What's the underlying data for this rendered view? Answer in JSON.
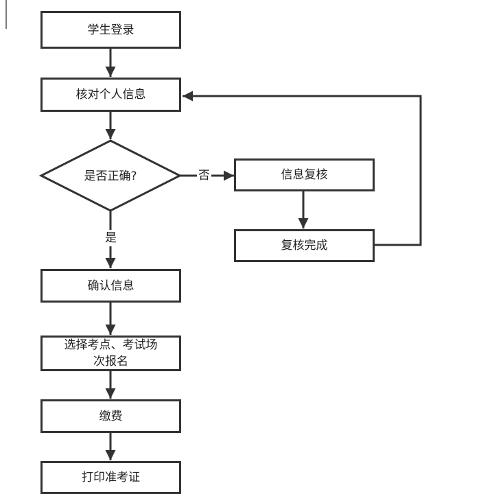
{
  "nodes": {
    "student_login": "学生登录",
    "verify_personal_info": "核对个人信息",
    "is_correct": "是否正确?",
    "info_review": "信息复核",
    "review_complete": "复核完成",
    "confirm_info": "确认信息",
    "choose_site_line1": "选择考点、考试场",
    "choose_site_line2": "次报名",
    "pay_fee": "缴费",
    "print_admission": "打印准考证"
  },
  "edges": {
    "no_label": "否",
    "yes_label": "是"
  },
  "colors": {
    "stroke": "#333333",
    "text": "#222222"
  }
}
